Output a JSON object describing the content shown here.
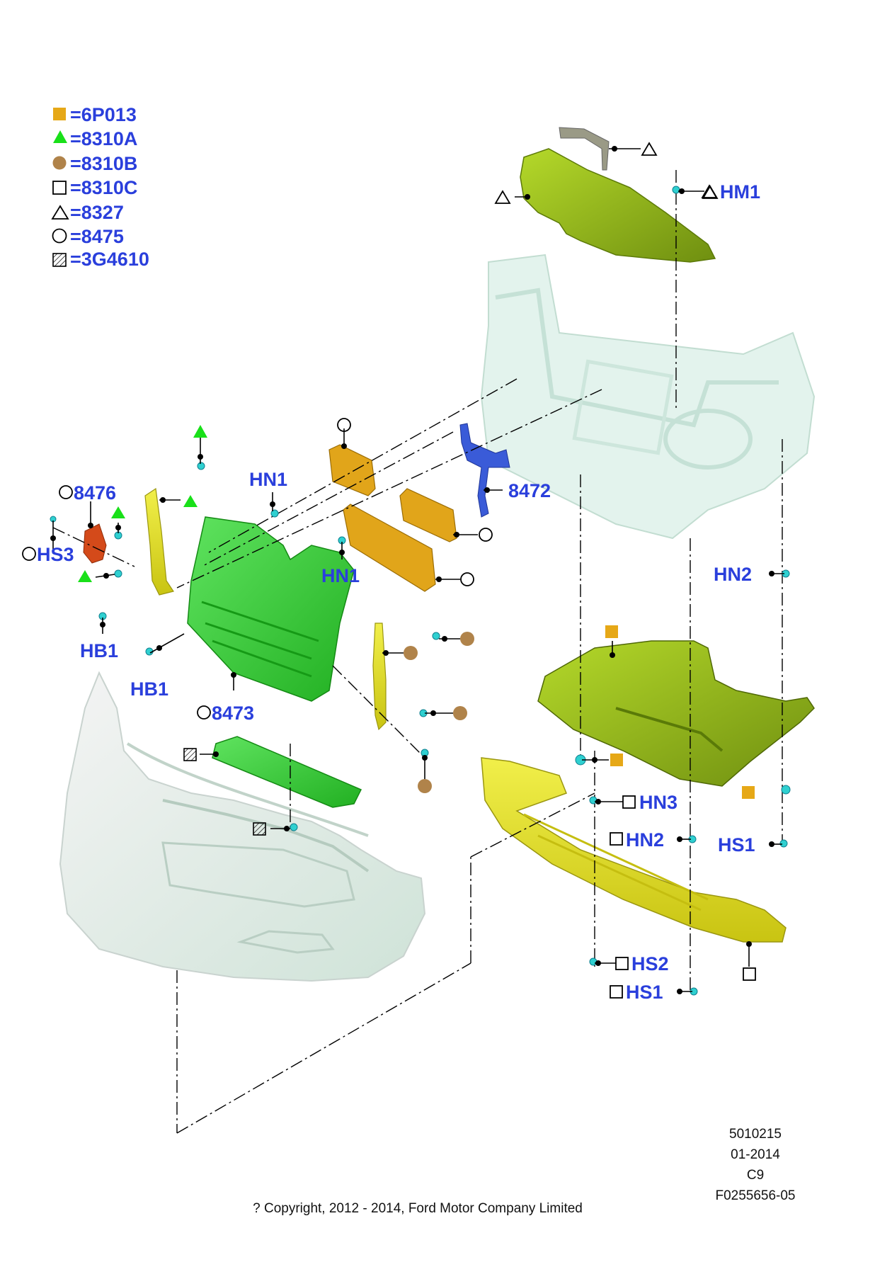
{
  "legend": [
    {
      "symbol": "filled-square",
      "color": "#e6a817",
      "code": "=6P013"
    },
    {
      "symbol": "filled-triangle",
      "color": "#19e019",
      "code": "=8310A"
    },
    {
      "symbol": "filled-circle",
      "color": "#b0834a",
      "code": "=8310B"
    },
    {
      "symbol": "open-square",
      "color": "#000000",
      "code": "=8310C"
    },
    {
      "symbol": "open-triangle",
      "color": "#000000",
      "code": "=8327"
    },
    {
      "symbol": "open-circle",
      "color": "#000000",
      "code": "=8475"
    },
    {
      "symbol": "hatched-square",
      "color": "#000000",
      "code": "=3G4610"
    }
  ],
  "callouts": {
    "hm1": "HM1",
    "p8476": "8476",
    "hs3": "HS3",
    "hn1_top": "HN1",
    "hn1_mid": "HN1",
    "p8472": "8472",
    "hb1_left": "HB1",
    "hb1_right": "HB1",
    "p8473": "8473",
    "hn2_right": "HN2",
    "hn3": "HN3",
    "hn2_mid": "HN2",
    "hs1_right": "HS1",
    "hs2": "HS2",
    "hs1_bottom": "HS1"
  },
  "footer": {
    "copyright": "? Copyright, 2012 - 2014, Ford Motor Company Limited",
    "ref_lines": [
      "5010215",
      "01-2014",
      "C9",
      "F0255656-05"
    ]
  },
  "colors": {
    "label_blue": "#2a3fdc",
    "bumper_fill": "#e6ece8",
    "carrier_fill": "#dff1ea",
    "grille_green": "#35d135",
    "yellow_part": "#e4e21e",
    "orange_part": "#e1a51a",
    "blue_bracket": "#3a5bd8",
    "red_part": "#d44a1a",
    "olive_part": "#8fb81a",
    "clip_cyan": "#2fd0d0"
  }
}
